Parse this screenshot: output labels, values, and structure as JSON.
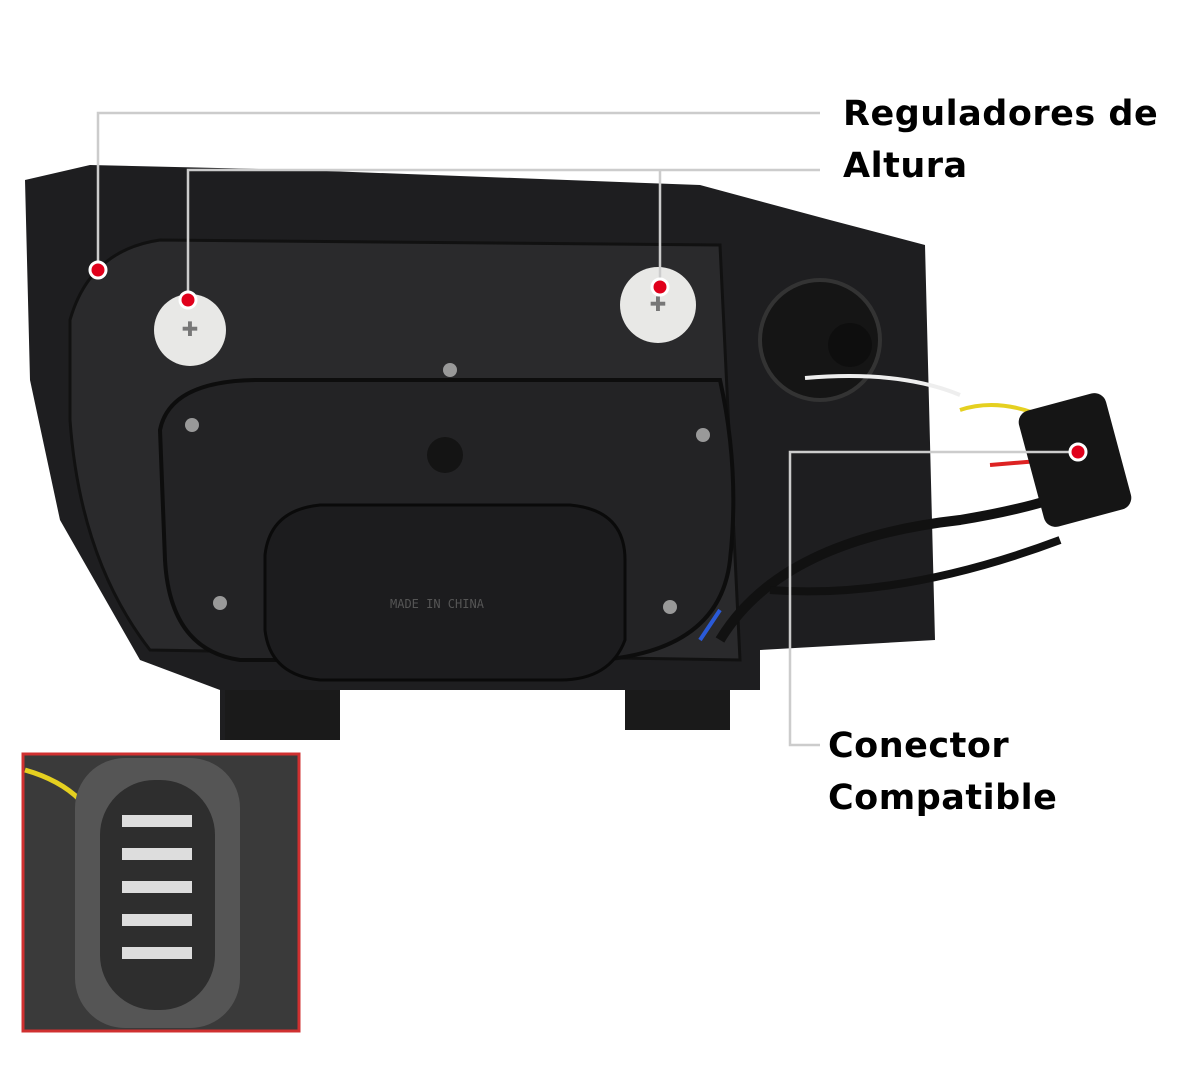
{
  "annotations": {
    "height_adjusters": {
      "line1": "Reguladores de",
      "line2": "Altura"
    },
    "connector": {
      "line1": "Conector",
      "line2": "Compatible"
    }
  },
  "product": {
    "housing_stamp": "MADE IN CHINA"
  },
  "colors": {
    "marker": "#e0001b",
    "inset_border": "#d03030",
    "callout_line": "#cccccc"
  }
}
